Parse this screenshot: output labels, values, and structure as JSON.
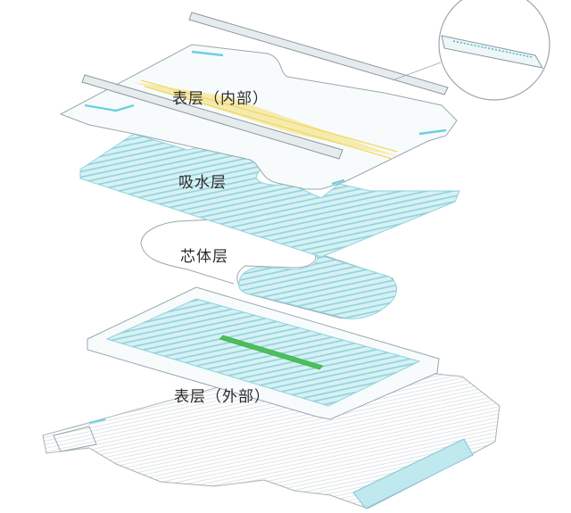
{
  "labels": {
    "top_sheet_inner": "表层（内部）",
    "absorbent_layer": "吸水层",
    "core_layer": "芯体层",
    "top_sheet_outer": "表层（外部）"
  },
  "colors": {
    "line": "#9aa7ad",
    "stripe_blue": "#8fd2dc",
    "fill_blue": "#c9ecf0",
    "accent_yellow": "#f5e79a",
    "accent_green": "#4cbf5c",
    "tab_blue": "#6ccfe0"
  }
}
